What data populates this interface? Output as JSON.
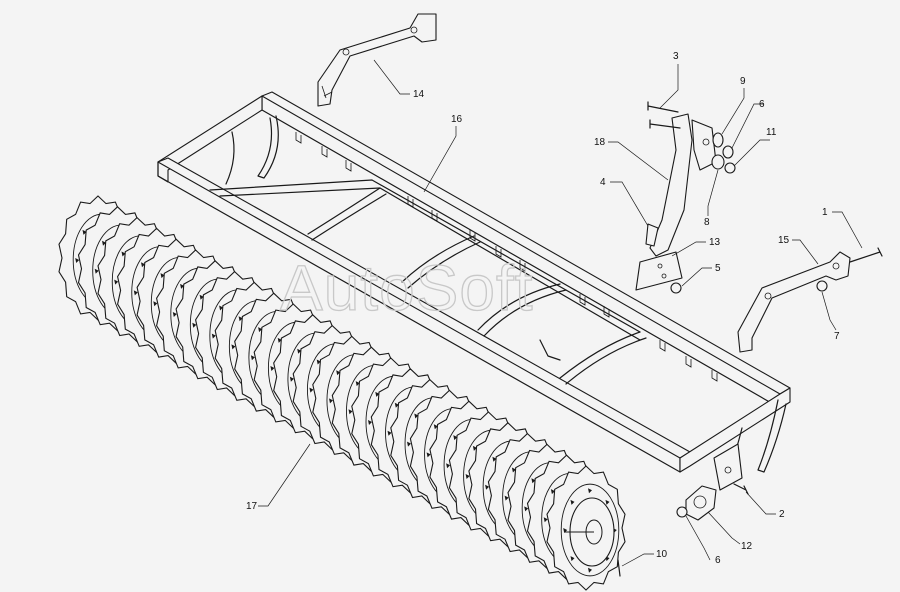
{
  "watermark": "AutoSoft",
  "callouts": [
    {
      "id": "1",
      "text": "1"
    },
    {
      "id": "2",
      "text": "2"
    },
    {
      "id": "3",
      "text": "3"
    },
    {
      "id": "4",
      "text": "4"
    },
    {
      "id": "5",
      "text": "5"
    },
    {
      "id": "6a",
      "text": "6"
    },
    {
      "id": "6b",
      "text": "6"
    },
    {
      "id": "7",
      "text": "7"
    },
    {
      "id": "8",
      "text": "8"
    },
    {
      "id": "9",
      "text": "9"
    },
    {
      "id": "10",
      "text": "10"
    },
    {
      "id": "11",
      "text": "11"
    },
    {
      "id": "12",
      "text": "12"
    },
    {
      "id": "13",
      "text": "13"
    },
    {
      "id": "14",
      "text": "14"
    },
    {
      "id": "15",
      "text": "15"
    },
    {
      "id": "16",
      "text": "16"
    },
    {
      "id": "17",
      "text": "17"
    },
    {
      "id": "18",
      "text": "18"
    }
  ]
}
